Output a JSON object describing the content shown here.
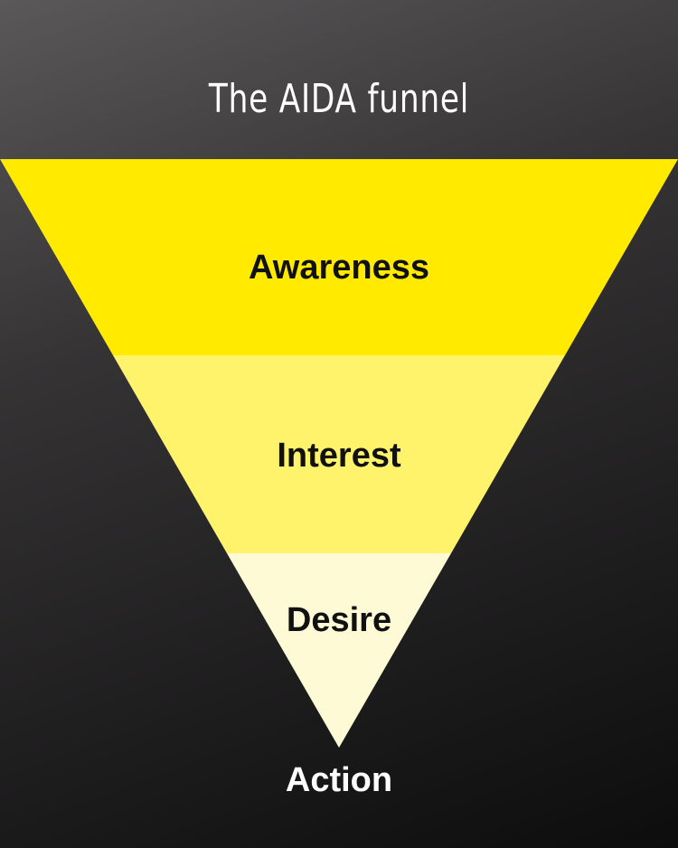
{
  "title": "The AIDA funnel",
  "stages": [
    {
      "label": "Awareness",
      "color": "#ffea00"
    },
    {
      "label": "Interest",
      "color": "#fff36b"
    },
    {
      "label": "Desire",
      "color": "#fefad6"
    }
  ],
  "action_label": "Action",
  "colors": {
    "text_dark": "#111111",
    "text_light": "#ffffff"
  }
}
